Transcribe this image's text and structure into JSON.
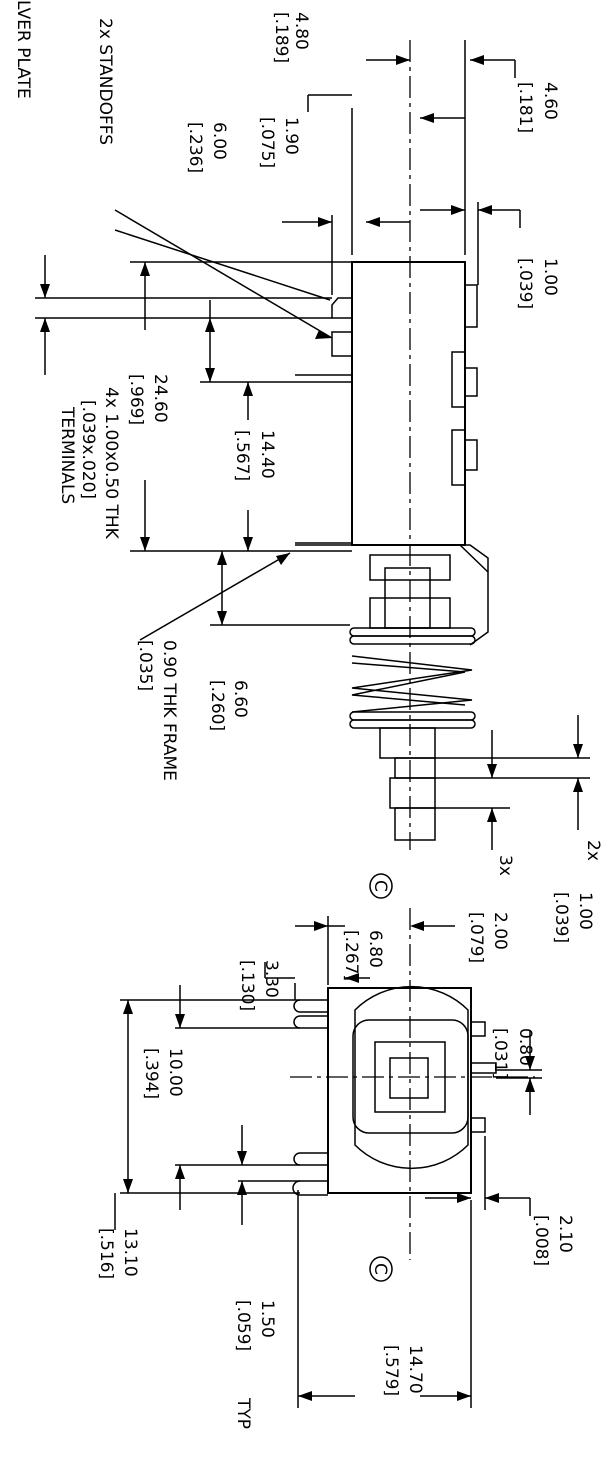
{
  "side_view": {
    "dims": [
      {
        "id": "w480",
        "value": "4.80",
        "inch": "[.189]"
      },
      {
        "id": "w460",
        "value": "4.60",
        "inch": "[.181]"
      },
      {
        "id": "w190",
        "value": "1.90",
        "inch": "[.075]"
      },
      {
        "id": "w600",
        "value": "6.00",
        "inch": "[.236]"
      },
      {
        "id": "w100",
        "value": "1.00",
        "inch": "[.039]"
      },
      {
        "id": "l2460",
        "value": "24.60",
        "inch": "[.969]"
      },
      {
        "id": "l1440",
        "value": "14.40",
        "inch": "[.567]"
      },
      {
        "id": "l660",
        "value": "6.60",
        "inch": "[.260]"
      },
      {
        "id": "l100b",
        "value": "1.00",
        "inch": "[.039]"
      },
      {
        "id": "l200",
        "value": "2.00",
        "inch": "[.079]"
      }
    ],
    "notes": {
      "silver_plate": "LVER PLATE",
      "standoffs": "2x STANDOFFS",
      "terminals_line1": "4x 1.00x0.50 THK",
      "terminals_line2": "[.039x.020]",
      "terminals_line3": "TERMINALS",
      "frame_line1": "0.90 THK FRAME",
      "frame_line2": "[.035]",
      "mult_2x": "2x",
      "mult_3x": "3x"
    }
  },
  "end_view": {
    "dims": [
      {
        "id": "e680",
        "value": "6.80",
        "inch": "[.267]"
      },
      {
        "id": "e330",
        "value": "3.30",
        "inch": "[.130]"
      },
      {
        "id": "e080",
        "value": "0.80",
        "inch": "[.031]"
      },
      {
        "id": "e1000",
        "value": "10.00",
        "inch": "[.394]"
      },
      {
        "id": "e1310",
        "value": "13.10",
        "inch": "[.516]"
      },
      {
        "id": "e150",
        "value": "1.50",
        "inch": "[.059]"
      },
      {
        "id": "e210",
        "value": "2.10",
        "inch": "[.008]"
      },
      {
        "id": "e1470",
        "value": "14.70",
        "inch": "[.579]"
      }
    ],
    "notes": {
      "typ": "TYP",
      "c_mark": "C"
    }
  }
}
